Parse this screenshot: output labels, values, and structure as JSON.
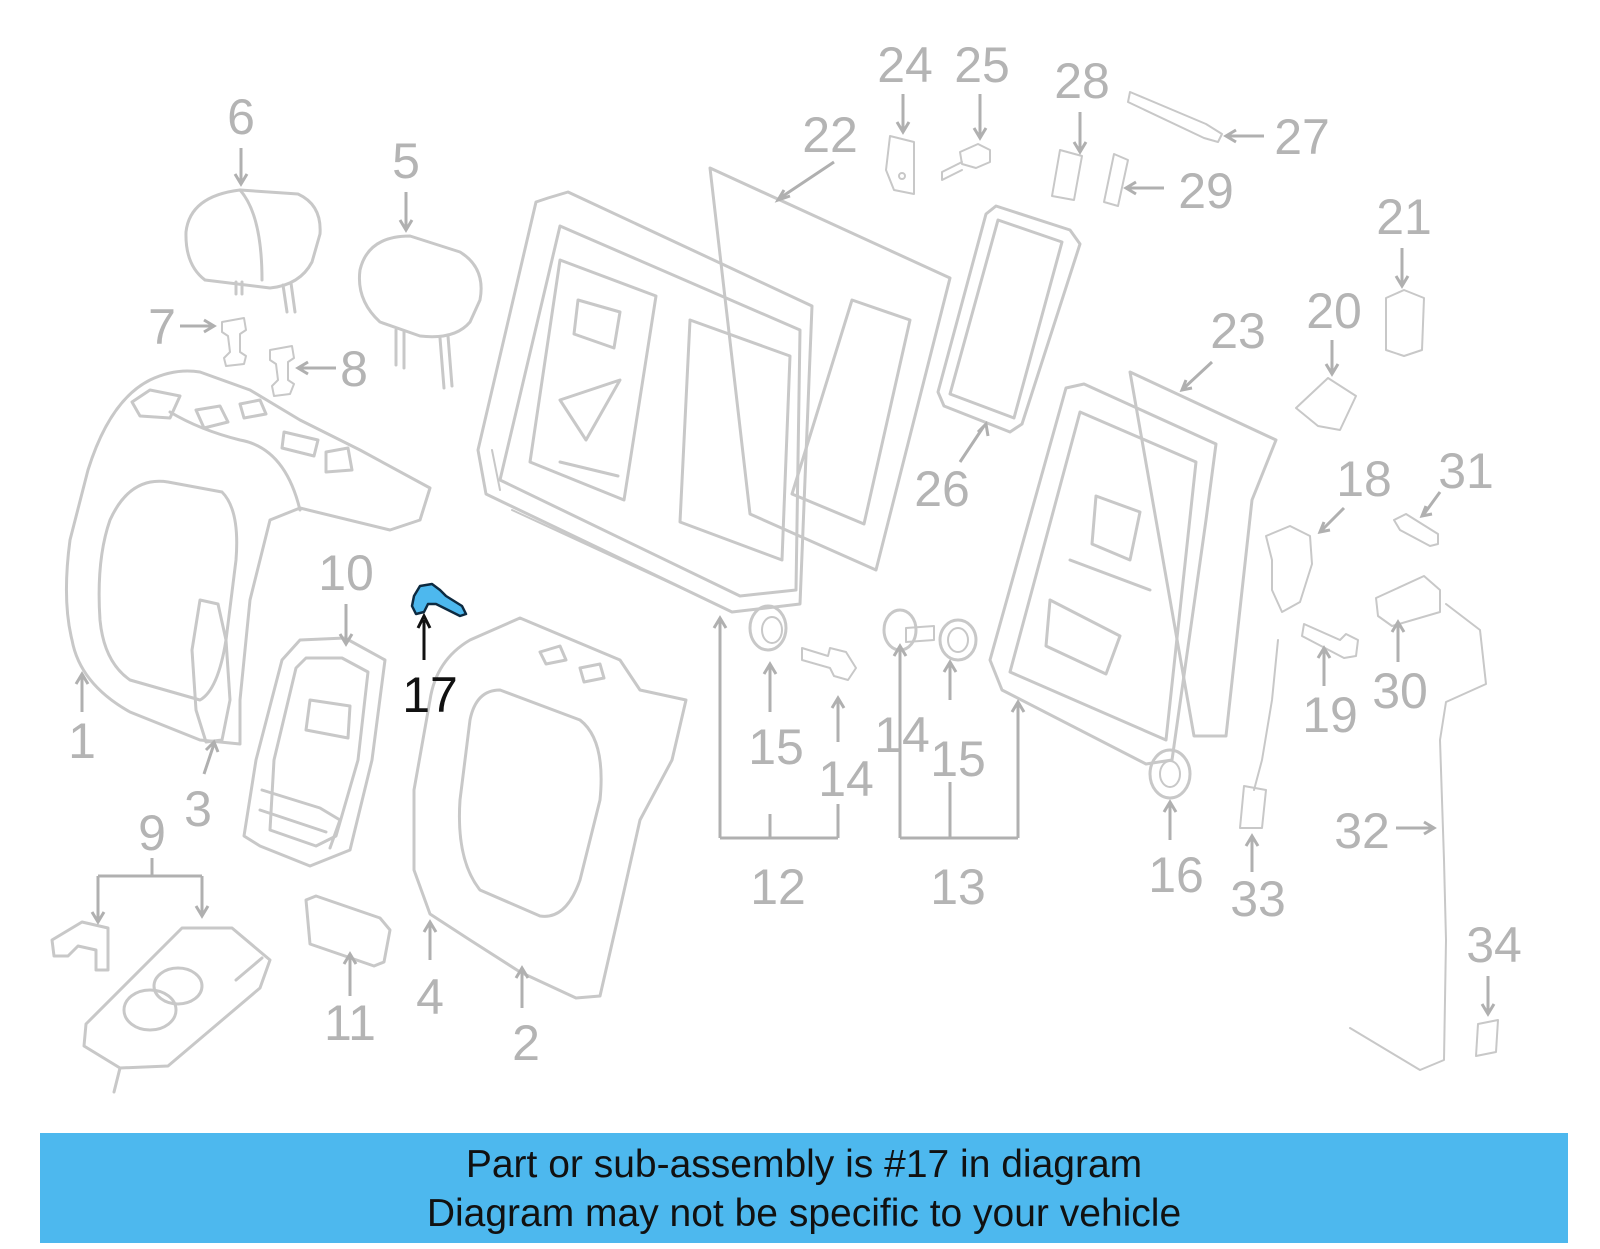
{
  "diagram": {
    "colors": {
      "part_stroke": "#c8c8c8",
      "label": "#b4b4b4",
      "highlight_label": "#111111",
      "highlight_part": "#4db8ee",
      "banner": "#4db8ee"
    },
    "highlighted_part": "17",
    "labels": {
      "p1": "1",
      "p2": "2",
      "p3": "3",
      "p4": "4",
      "p5": "5",
      "p6": "6",
      "p7": "7",
      "p8": "8",
      "p9": "9",
      "p10": "10",
      "p11": "11",
      "p12": "12",
      "p13": "13",
      "p14a": "14",
      "p14b": "14",
      "p15a": "15",
      "p15b": "15",
      "p16": "16",
      "p17": "17",
      "p18": "18",
      "p19": "19",
      "p20": "20",
      "p21": "21",
      "p22": "22",
      "p23": "23",
      "p24": "24",
      "p25": "25",
      "p26": "26",
      "p27": "27",
      "p28": "28",
      "p29": "29",
      "p30": "30",
      "p31": "31",
      "p32": "32",
      "p33": "33",
      "p34": "34"
    }
  },
  "banner": {
    "line1": "Part or sub-assembly is #17 in diagram",
    "line2": "Diagram may not be specific to your vehicle"
  }
}
